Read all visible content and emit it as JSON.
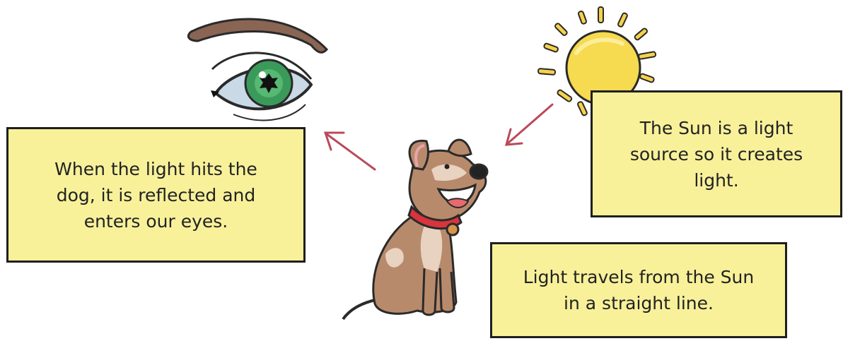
{
  "boxes": {
    "reflect": "When the light hits the\ndog, it is reflected and\nenters our eyes.",
    "sun": "The Sun is a light\nsource so it creates\nlight.",
    "travel": "Light travels from the Sun\nin a straight line."
  },
  "colors": {
    "box_fill": "#f8f19a",
    "box_border": "#1f1f1f",
    "arrow": "#b94a5a",
    "iris": "#3a9a5a",
    "sun": "#f6da4f",
    "dog_fur": "#b88a6c",
    "collar": "#d8343d"
  }
}
